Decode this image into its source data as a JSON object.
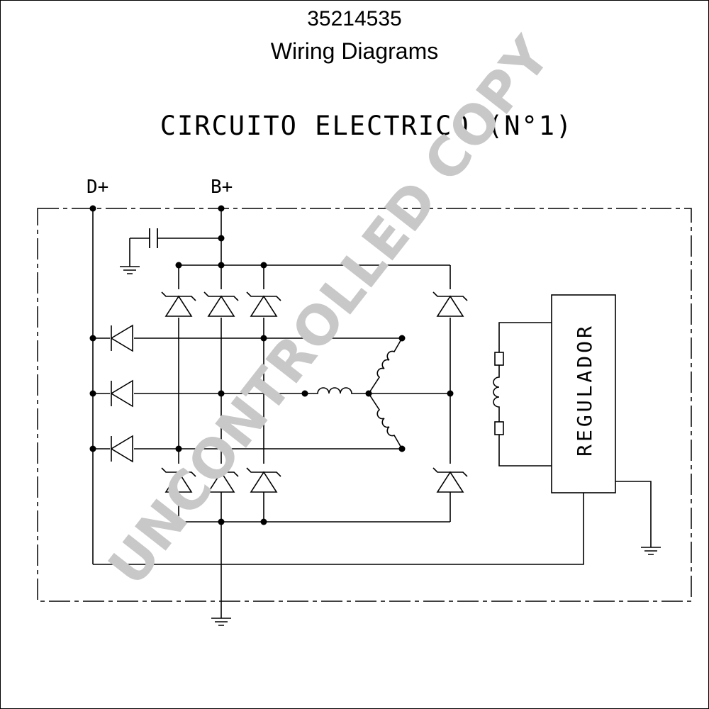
{
  "header": {
    "part_number": "35214535",
    "title": "Wiring Diagrams"
  },
  "diagram": {
    "circuit_title": "CIRCUITO ELECTRICO (N°1)",
    "terminal_d_plus": "D+",
    "terminal_b_plus": "B+",
    "regulator_label": "REGULADOR"
  },
  "watermark": "UNCONTROLLED COPY"
}
